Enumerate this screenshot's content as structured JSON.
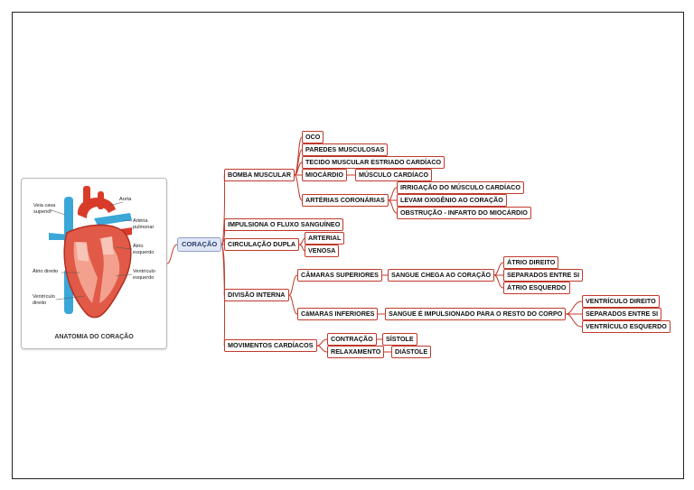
{
  "root": "CORAÇÃO",
  "image_card": {
    "caption": "ANATOMIA DO CORAÇÃO",
    "labels": {
      "veia_cava": "Veia cava superior",
      "aorta": "Aorta",
      "arteria_pulmonar": "Artéria pulmonar",
      "atrio_esquerdo": "Átrio esquerdo",
      "atrio_direito": "Átrio direito",
      "ventriculo_esquerdo": "Ventrículo esquerdo",
      "ventriculo_direito": "Ventrículo direito"
    }
  },
  "nodes": {
    "bomba": "BOMBA MUSCULAR",
    "oco": "OCO",
    "paredes": "PAREDES MUSCULOSAS",
    "tecido": "TECIDO MUSCULAR ESTRIADO CARDÍACO",
    "miocardio": "MIOCÁRDIO",
    "musculo": "MÚSCULO CARDÍACO",
    "arterias": "ARTÉRIAS CORONÁRIAS",
    "irrigacao": "IRRIGAÇÃO DO MÚSCULO CARDÍACO",
    "levam": "LEVAM OXIGÊNIO AO CORAÇÃO",
    "obstrucao": "OBSTRUÇÃO - INFARTO DO MIOCÁRDIO",
    "impulsiona": "IMPULSIONA O FLUXO SANGUÍNEO",
    "circulacao": "CIRCULAÇÃO DUPLA",
    "arterial": "ARTERIAL",
    "venosa": "VENOSA",
    "divisao": "DIVISÃO INTERNA",
    "camaras_sup": "CÂMARAS SUPERIORES",
    "sangue_chega": "SANGUE CHEGA AO CORAÇÃO",
    "atrio_dir": "ÁTRIO DIREITO",
    "separados1": "SEPARADOS ENTRE SI",
    "atrio_esq": "ÁTRIO ESQUERDO",
    "camaras_inf": "CâMARAS INFERIORES",
    "sangue_imp": "SANGUE É IMPULSIONADO PARA O RESTO DO CORPO",
    "vent_dir": "VENTRÍCULO DIREITO",
    "separados2": "SEPARADOS ENTRE SI",
    "vent_esq": "VENTRÍCULO ESQUERDO",
    "movimentos": "MOVIMENTOS CARDÍACOS",
    "contracao": "CONTRAÇÃO",
    "sistole": "SÍSTOLE",
    "relaxamento": "RELAXAMENTO",
    "diastole": "DIÁSTOLE"
  },
  "colors": {
    "branch": "#c0392b",
    "root_fill": "#dfe6f6",
    "heart_red": "#d93b2b",
    "vessel_blue": "#3aa7d8"
  }
}
